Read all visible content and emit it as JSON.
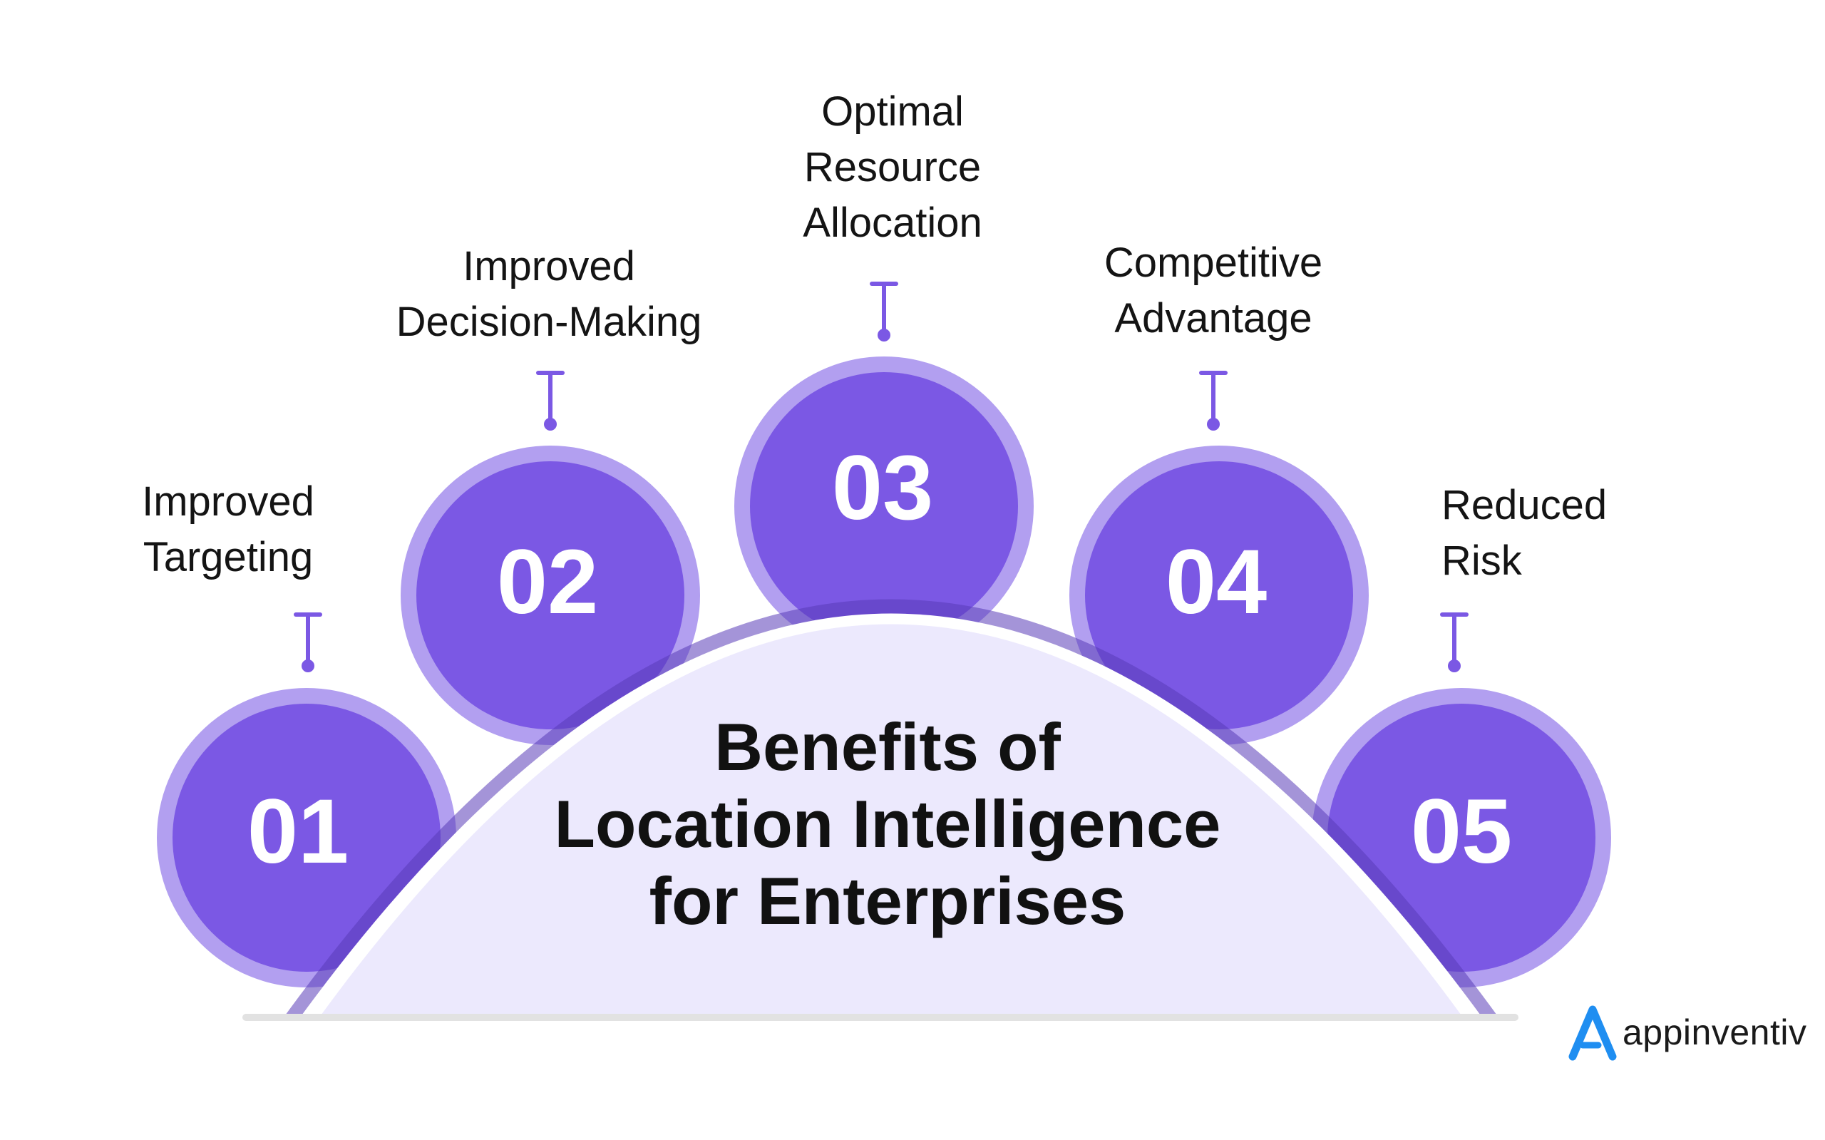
{
  "title": {
    "lines": [
      "Benefits of",
      "Location Intelligence",
      "for Enterprises"
    ]
  },
  "steps": [
    {
      "number": "01",
      "label": [
        "Improved",
        "Targeting"
      ]
    },
    {
      "number": "02",
      "label": [
        "Improved",
        "Decision-Making"
      ]
    },
    {
      "number": "03",
      "label": [
        "Optimal",
        "Resource",
        "Allocation"
      ]
    },
    {
      "number": "04",
      "label": [
        "Competitive",
        "Advantage"
      ]
    },
    {
      "number": "05",
      "label": [
        "Reduced",
        "Risk"
      ]
    }
  ],
  "logo": {
    "text": "appinventiv",
    "icon": "appinventiv-logo-icon"
  },
  "colors": {
    "circle_fill": "#7b58e4",
    "circle_ring": "#b29ff0",
    "circle_shadow": "#5a3db8",
    "dome_fill": "#ece9fd",
    "connector": "#7b58e4",
    "logo_accent": "#1f8ef1"
  }
}
